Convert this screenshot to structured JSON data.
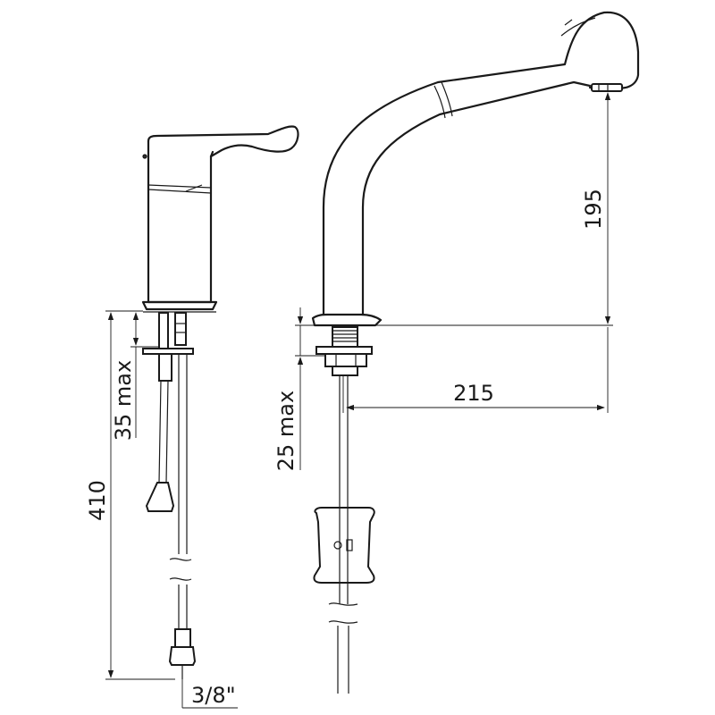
{
  "dimensions": {
    "total_length": "410",
    "deck_thickness_left": "35 max",
    "deck_thickness_right": "25 max",
    "spout_height": "195",
    "spout_reach": "215",
    "connection": "3/8\""
  }
}
